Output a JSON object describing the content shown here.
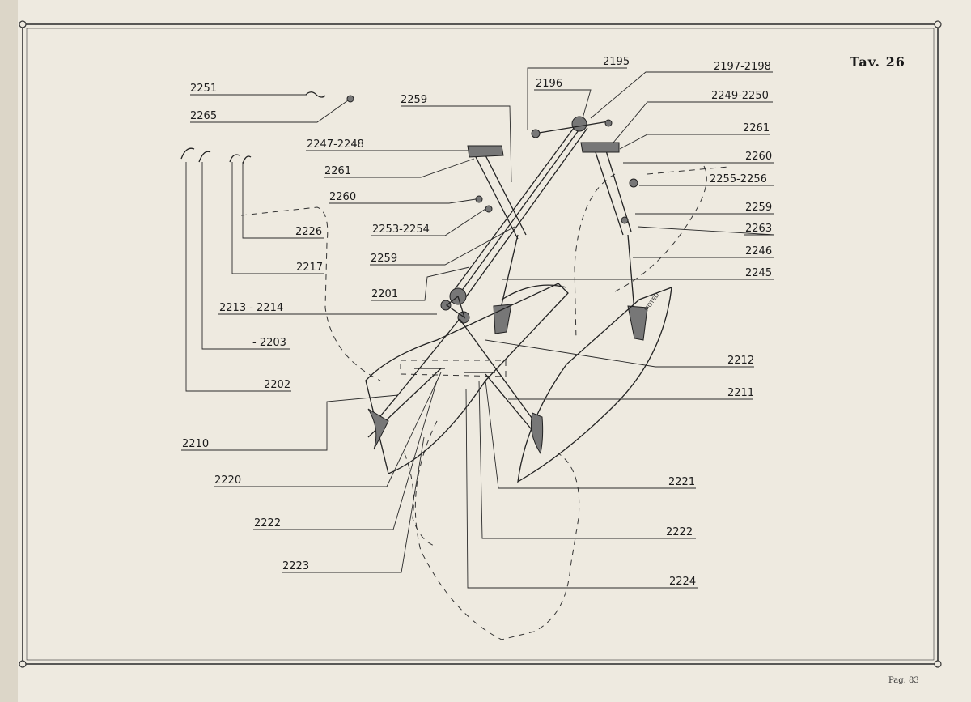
{
  "plate": {
    "title": "Tav. 26",
    "page": "Pag. 83"
  },
  "labels": {
    "l2195": "2195",
    "l2196": "2196",
    "l2197": "2197-2198",
    "l2249": "2249-2250",
    "l2261r": "2261",
    "l2260r": "2260",
    "l2255": "2255-2256",
    "l2259r": "2259",
    "l2263": "2263",
    "l2246": "2246",
    "l2245": "2245",
    "l2212": "2212",
    "l2211": "2211",
    "l2221": "2221",
    "l2222r": "2222",
    "l2224": "2224",
    "l2251": "2251",
    "l2265": "2265",
    "l2259t": "2259",
    "l2247": "2247-2248",
    "l2261l": "2261",
    "l2260l": "2260",
    "l2226": "2226",
    "l2253": "2253-2254",
    "l2217": "2217",
    "l2259m": "2259",
    "l2201": "2201",
    "l2213": "2213 - 2214",
    "l2203": "- 2203",
    "l2202": "2202",
    "l2210": "2210",
    "l2220": "2220",
    "l2222l": "2222",
    "l2223": "2223"
  },
  "engraving": {
    "bucket_mark": "MOTED"
  }
}
